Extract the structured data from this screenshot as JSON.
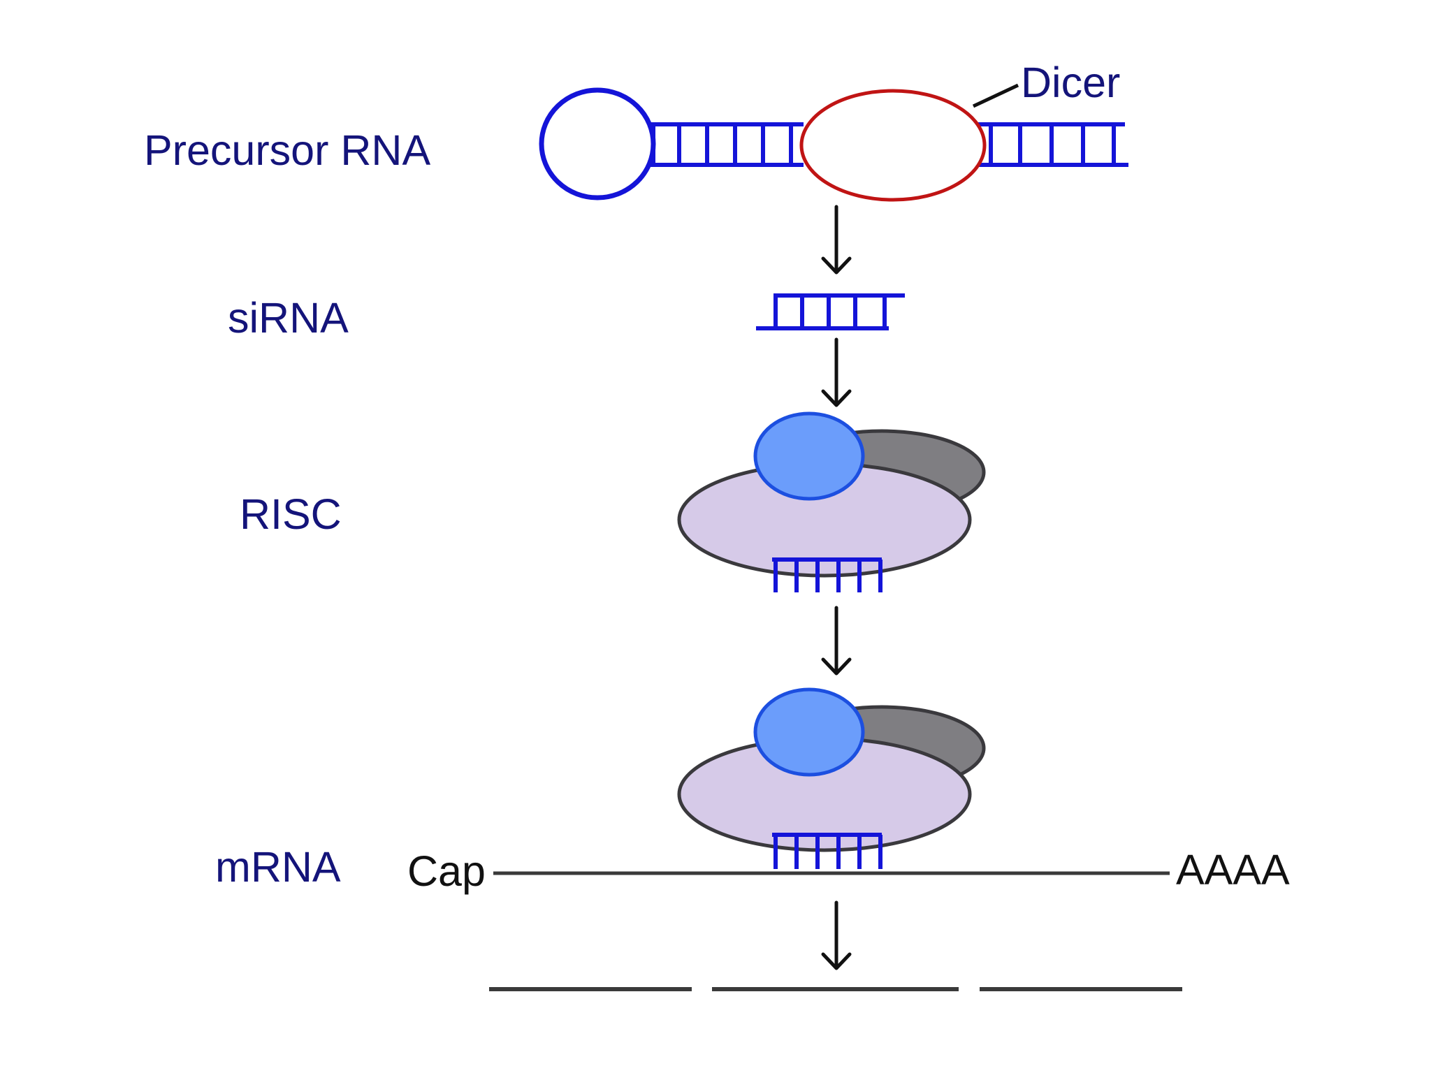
{
  "labels": {
    "precursor_rna": "Precursor RNA",
    "dicer": "Dicer",
    "sirna": "siRNA",
    "risc": "RISC",
    "mrna": "mRNA",
    "cap": "Cap",
    "poly_a": "AAAA"
  },
  "colors": {
    "label_text": "#14147a",
    "rna_strand": "#1414d8",
    "dicer": "#c01414",
    "risc_lavender": "#d6cae8",
    "risc_gray": "#7f7e82",
    "risc_blue": "#6b9dfb"
  }
}
